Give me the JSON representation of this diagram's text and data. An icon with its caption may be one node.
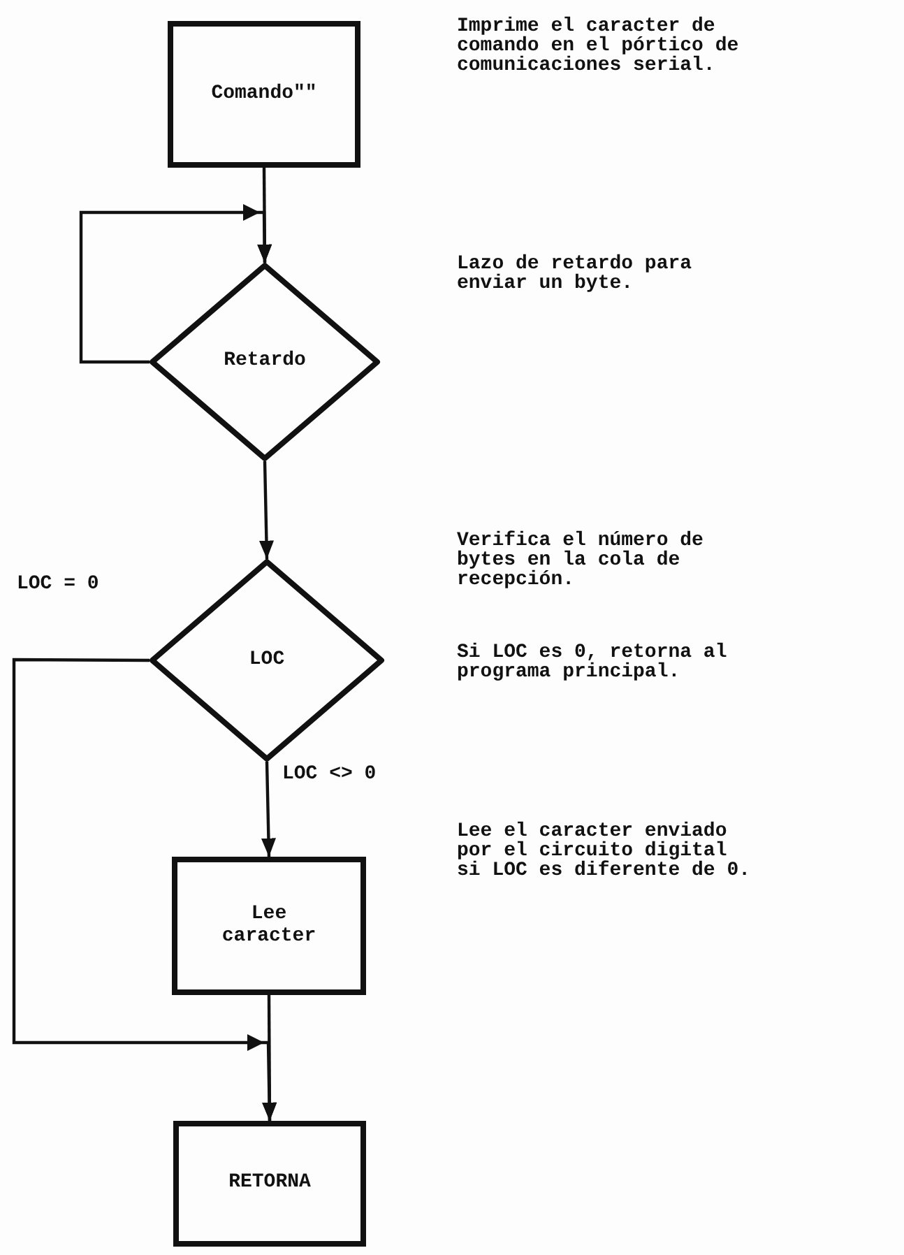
{
  "diagram": {
    "nodes": [
      {
        "text": [
          "Comando\"\""
        ]
      },
      {
        "text": [
          "Retardo"
        ]
      },
      {
        "text": [
          "LOC"
        ]
      },
      {
        "text": [
          "Lee caracter"
        ]
      },
      {
        "text": [
          "RETORNA"
        ]
      }
    ],
    "edges": [
      {
        "from": 0,
        "to": 1,
        "arrow": "to"
      },
      {
        "from": 1,
        "to": 1,
        "arrow": "to"
      },
      {
        "from": 1,
        "to": 2,
        "arrow": "to"
      },
      {
        "from": 2,
        "to": 3,
        "arrow": "to",
        "label": "LOC <> 0"
      },
      {
        "from": 2,
        "to": 4,
        "arrow": "to",
        "label": "LOC = 0"
      },
      {
        "from": 3,
        "to": 4,
        "arrow": "to"
      }
    ],
    "labels": [
      "Imprime el caracter de comando en el pórtico de comunicaciones serial.",
      "Lazo de retardo para enviar un byte.",
      "Verifica el número de bytes en la cola de recepción.",
      "Si LOC es 0, retorna al programa principal.",
      "Lee el caracter enviado por el circuito digital si LOC es diferente de 0."
    ]
  }
}
